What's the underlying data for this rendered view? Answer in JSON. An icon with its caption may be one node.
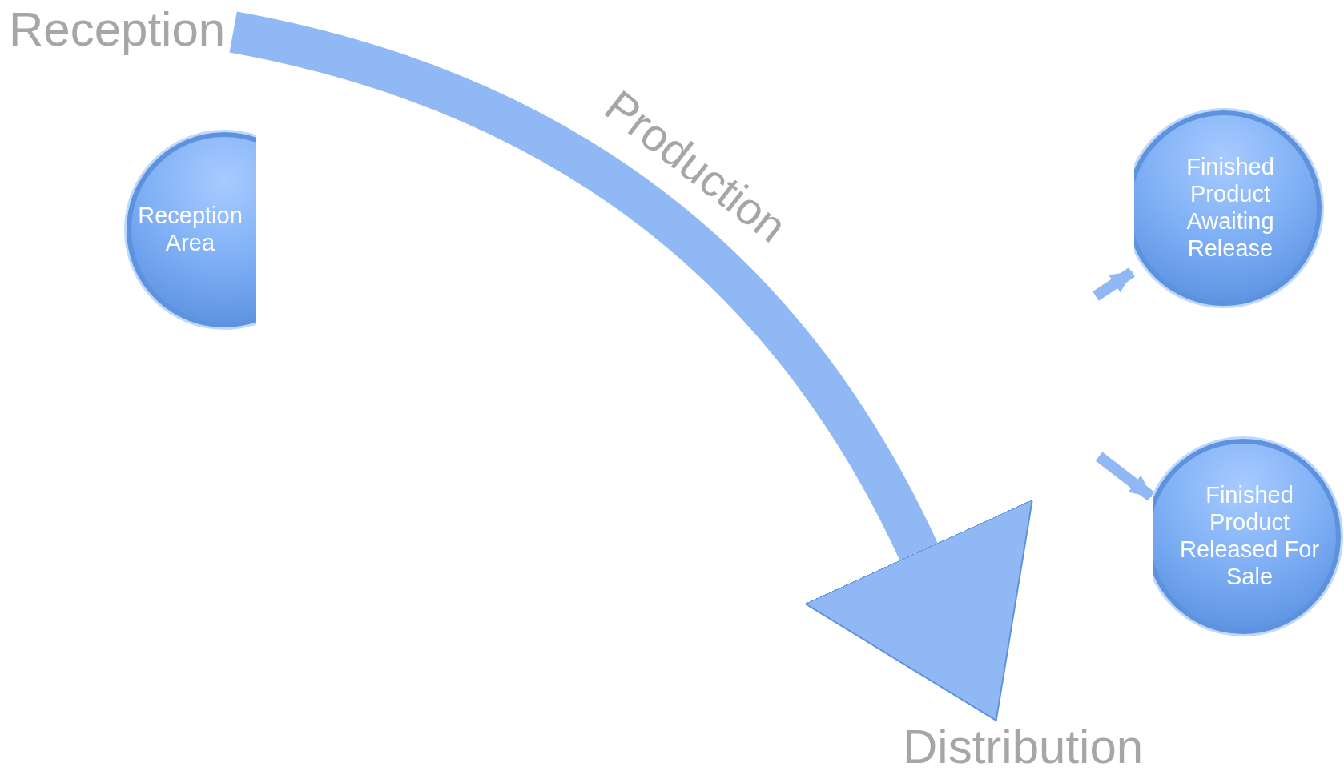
{
  "diagram": {
    "nodes": [
      {
        "text": [
          "Reception"
        ]
      },
      {
        "text": [
          "Reception Area"
        ]
      },
      {
        "text": [
          "Finished Product Awaiting Release"
        ]
      },
      {
        "text": [
          "Finished Product Released For Sale"
        ]
      },
      {
        "text": [
          "Distribution"
        ]
      }
    ],
    "edges": [
      {
        "from": 0,
        "to": 4,
        "arrow": "to",
        "label": "Production",
        "style": "thick"
      },
      {
        "from": null,
        "to": 2,
        "arrow": "to"
      },
      {
        "from": null,
        "to": 3,
        "arrow": "to"
      }
    ]
  }
}
